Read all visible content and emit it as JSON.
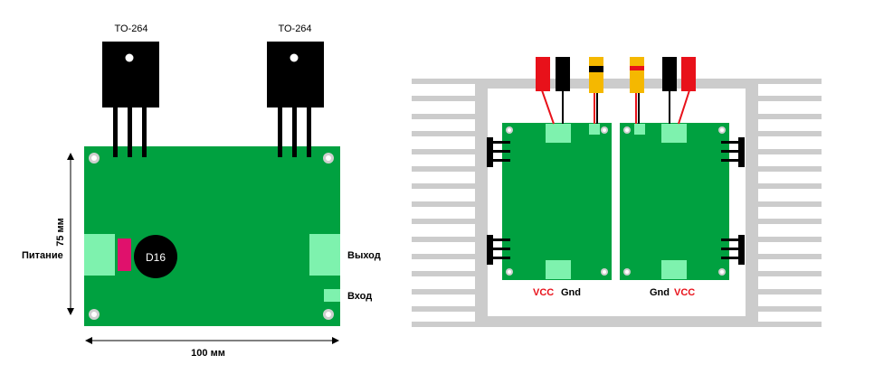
{
  "left_board": {
    "transistor_left_label": "TO-264",
    "transistor_right_label": "TO-264",
    "power_label": "Питание",
    "output_label": "Выход",
    "input_label": "Вход",
    "chip_label": "D16",
    "height_label": "75 мм",
    "width_label": "100 мм"
  },
  "right_assembly": {
    "left_module_vcc": "VCC",
    "left_module_gnd": "Gnd",
    "right_module_gnd": "Gnd",
    "right_module_vcc": "VCC"
  },
  "colors": {
    "pcb_green": "#00a140",
    "pad_light": "#7ef2ae",
    "transistor_black": "#000000",
    "heatsink_gray": "#cccccc",
    "wire_red": "#e8111a",
    "wire_yellow": "#f5b800",
    "chip_magenta": "#e0116c"
  }
}
